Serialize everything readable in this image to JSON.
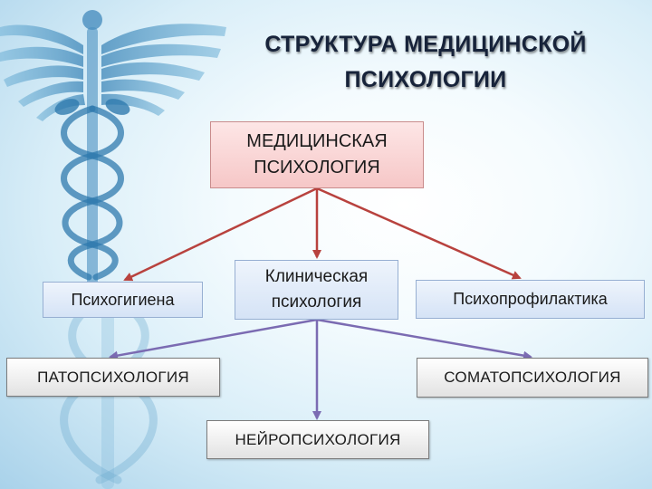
{
  "title": {
    "line1": "СТРУКТУРА МЕДИЦИНСКОЙ",
    "line2": "ПСИХОЛОГИИ"
  },
  "root": {
    "line1": "МЕДИЦИНСКАЯ",
    "line2": "ПСИХОЛОГИЯ"
  },
  "branches": {
    "psychohygiene": "Психогигиена",
    "clinical": {
      "line1": "Клиническая",
      "line2": "психология"
    },
    "psychoprophylaxis": "Психопрофилактика"
  },
  "subbranches": {
    "pathopsychology": "ПАТОПСИХОЛОГИЯ",
    "somatopsychology": "СОМАТОПСИХОЛОГИЯ",
    "neuropsychology": "НЕЙРОПСИХОЛОГИЯ"
  },
  "icons": {
    "background": "caduceus-icon"
  },
  "colors": {
    "arrow_red": "#b8423e",
    "arrow_purple": "#7b6bb2",
    "root_fill": "#f6c7c7",
    "branch_fill": "#d5e3f6",
    "leaf_fill": "#e2e2e2",
    "title": "#17233a"
  }
}
